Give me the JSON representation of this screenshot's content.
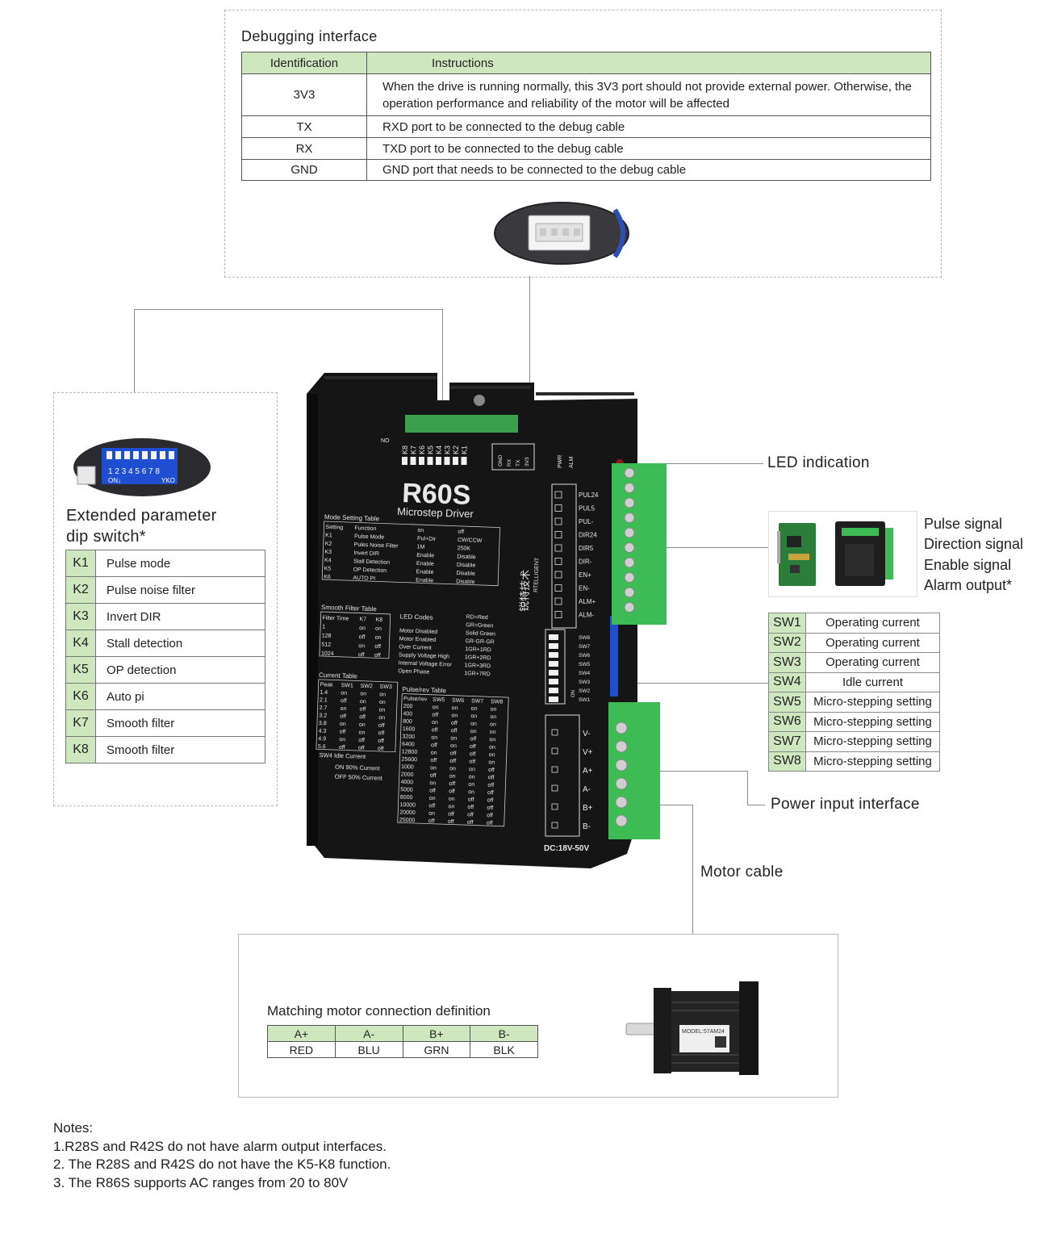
{
  "debug": {
    "title": "Debugging interface",
    "headers": [
      "Identification",
      "Instructions"
    ],
    "rows": [
      {
        "id": "3V3",
        "text": "When the drive is running normally, this 3V3 port should not provide external power. Otherwise, the operation performance and reliability of the motor will be affected"
      },
      {
        "id": "TX",
        "text": "RXD port to be connected to the debug cable"
      },
      {
        "id": "RX",
        "text": "TXD port to be connected to the debug cable"
      },
      {
        "id": "GND",
        "text": "GND port that needs to be connected to the debug cable"
      }
    ]
  },
  "dip": {
    "title_line1": "Extended parameter",
    "title_line2": "dip switch*",
    "switch_numbers": "1 2 3 4 5 6 7 8",
    "switch_on": "ON↓",
    "switch_brand": "YKO",
    "rows": [
      {
        "id": "K1",
        "text": "Pulse mode"
      },
      {
        "id": "K2",
        "text": "Pulse noise filter"
      },
      {
        "id": "K3",
        "text": "Invert DIR"
      },
      {
        "id": "K4",
        "text": "Stall  detection"
      },
      {
        "id": "K5",
        "text": "OP detection"
      },
      {
        "id": "K6",
        "text": "Auto pi"
      },
      {
        "id": "K7",
        "text": "Smooth filter"
      },
      {
        "id": "K8",
        "text": "Smooth filter"
      }
    ]
  },
  "labels": {
    "led": "LED indication",
    "signals": [
      "Pulse signal",
      "Direction signal",
      "Enable signal",
      "Alarm output*"
    ],
    "power": "Power input interface",
    "motor_cable": "Motor cable"
  },
  "sw": {
    "rows": [
      {
        "id": "SW1",
        "text": "Operating current"
      },
      {
        "id": "SW2",
        "text": "Operating current"
      },
      {
        "id": "SW3",
        "text": "Operating current"
      },
      {
        "id": "SW4",
        "text": "Idle current"
      },
      {
        "id": "SW5",
        "text": "Micro-stepping setting"
      },
      {
        "id": "SW6",
        "text": "Micro-stepping setting"
      },
      {
        "id": "SW7",
        "text": "Micro-stepping setting"
      },
      {
        "id": "SW8",
        "text": "Micro-stepping setting"
      }
    ]
  },
  "motor": {
    "title": "Matching motor connection definition",
    "pins": [
      "A+",
      "A-",
      "B+",
      "B-"
    ],
    "colors": [
      "RED",
      "BLU",
      "GRN",
      "BLK"
    ],
    "model_label": "MODEL:57AM24"
  },
  "driver": {
    "model": "R60S",
    "subtitle": "Microstep Driver",
    "brand": "锐特技术",
    "brand_en": "RTELLIGENT",
    "voltage": "DC:18V-50V",
    "top_switch_labels": [
      "K8",
      "K7",
      "K6",
      "K5",
      "K4",
      "K3",
      "K2",
      "K1"
    ],
    "no_label": "NO",
    "debug_port_labels": [
      "GND",
      "RX",
      "TX",
      "3V3"
    ],
    "led_labels": [
      "PWR",
      "ALM"
    ],
    "signal_pins": [
      "PUL24",
      "PUL5",
      "PUL-",
      "DIR24",
      "DIR5",
      "DIR-",
      "EN+",
      "EN-",
      "ALM+",
      "ALM-"
    ],
    "power_pins": [
      "V-",
      "V+",
      "A+",
      "A-",
      "B+",
      "B-"
    ],
    "sw_pins": [
      "SW8",
      "SW7",
      "SW6",
      "SW5",
      "SW4",
      "SW3",
      "SW2",
      "SW1"
    ],
    "sw_on": "ON",
    "mode_table_title": "Mode Setting Table",
    "mode_header": [
      "Setting",
      "Function",
      "on",
      "off"
    ],
    "mode_rows": [
      [
        "K1",
        "Pulse Mode",
        "Pul+Dir",
        "CW/CCW"
      ],
      [
        "K2",
        "Pules Noise Filter",
        "1M",
        "250K"
      ],
      [
        "K3",
        "Invert DIR",
        "Enable",
        "Disable"
      ],
      [
        "K4",
        "Stall Detection",
        "Enable",
        "Disable"
      ],
      [
        "K5",
        "OP Detection",
        "Enable",
        "Disable"
      ],
      [
        "K6",
        "AUTO PI",
        "Enable",
        "Disable"
      ]
    ],
    "smooth_title": "Smooth Filter Table",
    "smooth_header": [
      "Filter Time",
      "K7",
      "K8"
    ],
    "smooth_rows": [
      [
        "1",
        "on",
        "on"
      ],
      [
        "128",
        "off",
        "on"
      ],
      [
        "512",
        "on",
        "off"
      ],
      [
        "1024",
        "off",
        "off"
      ]
    ],
    "led_codes_title": "LED Codes",
    "led_legend": [
      "RD=Red",
      "GR=Green"
    ],
    "led_rows": [
      [
        "Motor Disabled",
        "Solid Green"
      ],
      [
        "Motor Enabled",
        "GR-GR-GR"
      ],
      [
        "Over Current",
        "1GR+1RD"
      ],
      [
        "Supply Voltage High",
        "1GR+2RD"
      ],
      [
        "Internal Voltage Error",
        "1GR+3RD"
      ],
      [
        "Open Phase",
        "1GR+7RD"
      ]
    ],
    "current_title": "Current Table",
    "current_header": [
      "Peak",
      "SW1",
      "SW2",
      "SW3"
    ],
    "current_rows": [
      [
        "1.4",
        "on",
        "on",
        "on"
      ],
      [
        "2.1",
        "off",
        "on",
        "on"
      ],
      [
        "2.7",
        "on",
        "off",
        "on"
      ],
      [
        "3.2",
        "off",
        "off",
        "on"
      ],
      [
        "3.8",
        "on",
        "on",
        "off"
      ],
      [
        "4.3",
        "off",
        "on",
        "off"
      ],
      [
        "4.9",
        "on",
        "off",
        "off"
      ],
      [
        "5.6",
        "off",
        "off",
        "off"
      ]
    ],
    "idle_title": "SW4 Idle Current",
    "idle_rows": [
      "ON  90% Current",
      "OFF 50% Current"
    ],
    "pulse_title": "Pulse/rev Table",
    "pulse_header": [
      "Pulse/rev",
      "SW5",
      "SW6",
      "SW7",
      "SW8"
    ],
    "pulse_rows": [
      [
        "200",
        "on",
        "on",
        "on",
        "on"
      ],
      [
        "400",
        "off",
        "on",
        "on",
        "on"
      ],
      [
        "800",
        "on",
        "off",
        "on",
        "on"
      ],
      [
        "1600",
        "off",
        "off",
        "on",
        "on"
      ],
      [
        "3200",
        "on",
        "on",
        "off",
        "on"
      ],
      [
        "6400",
        "off",
        "on",
        "off",
        "on"
      ],
      [
        "12800",
        "on",
        "off",
        "off",
        "on"
      ],
      [
        "25600",
        "off",
        "off",
        "off",
        "on"
      ],
      [
        "1000",
        "on",
        "on",
        "on",
        "off"
      ],
      [
        "2000",
        "off",
        "on",
        "on",
        "off"
      ],
      [
        "4000",
        "on",
        "off",
        "on",
        "off"
      ],
      [
        "5000",
        "off",
        "off",
        "on",
        "off"
      ],
      [
        "8000",
        "on",
        "on",
        "off",
        "off"
      ],
      [
        "10000",
        "off",
        "on",
        "off",
        "off"
      ],
      [
        "20000",
        "on",
        "off",
        "off",
        "off"
      ],
      [
        "25000",
        "off",
        "off",
        "off",
        "off"
      ]
    ]
  },
  "notes": {
    "title": "Notes:",
    "items": [
      "1.R28S and R42S do not have alarm output interfaces.",
      "2. The R28S and R42S do not have the K5-K8 function.",
      "3. The R86S supports AC ranges from 20 to 80V"
    ]
  },
  "colors": {
    "table_header_green": "#cfe7bf",
    "terminal_green": "#3dbb55",
    "driver_body": "#141414"
  }
}
